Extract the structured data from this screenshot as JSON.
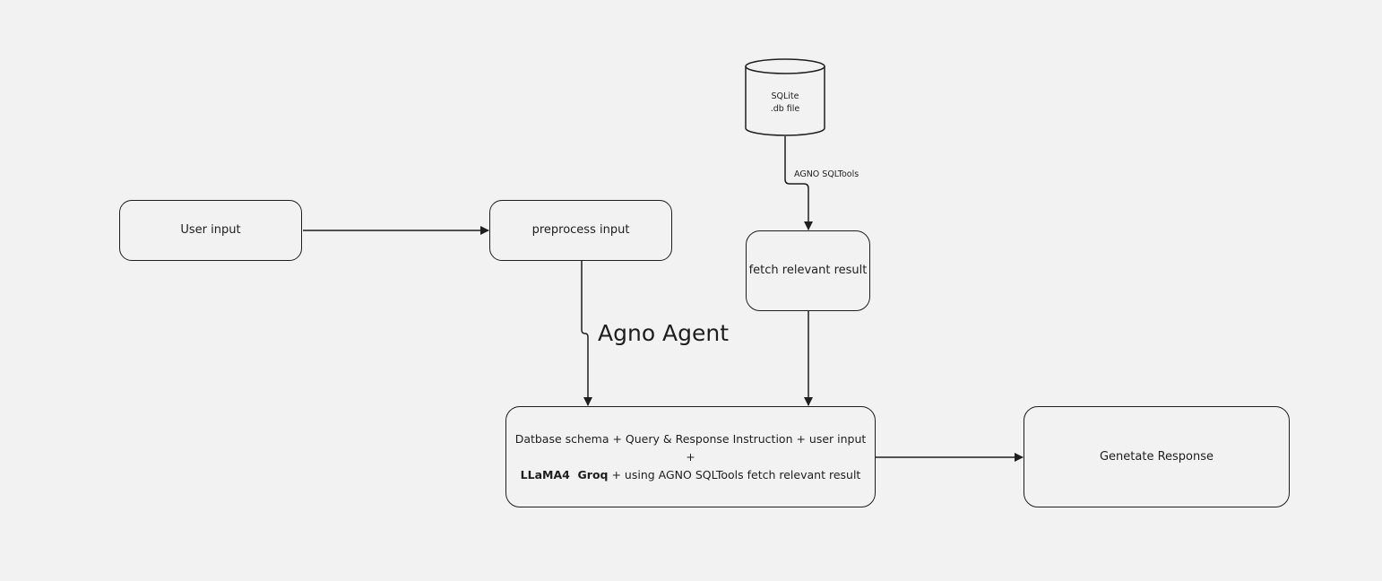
{
  "diagram": {
    "nodes": {
      "user_input": "User input",
      "preprocess_input": "preprocess input",
      "database": {
        "line1": "SQLite",
        "line2": ".db file"
      },
      "fetch_result": "fetch relevant result",
      "agent_core": {
        "line1": "Datbase schema + Query & Response Instruction + user input +",
        "model_name": "LLaMA4  Groq",
        "line2_rest": " + using AGNO SQLTools fetch relevant result"
      },
      "generate_response": "Genetate Response"
    },
    "edge_labels": {
      "sqltools": "AGNO SQLTools",
      "agent": "Agno Agent"
    }
  }
}
